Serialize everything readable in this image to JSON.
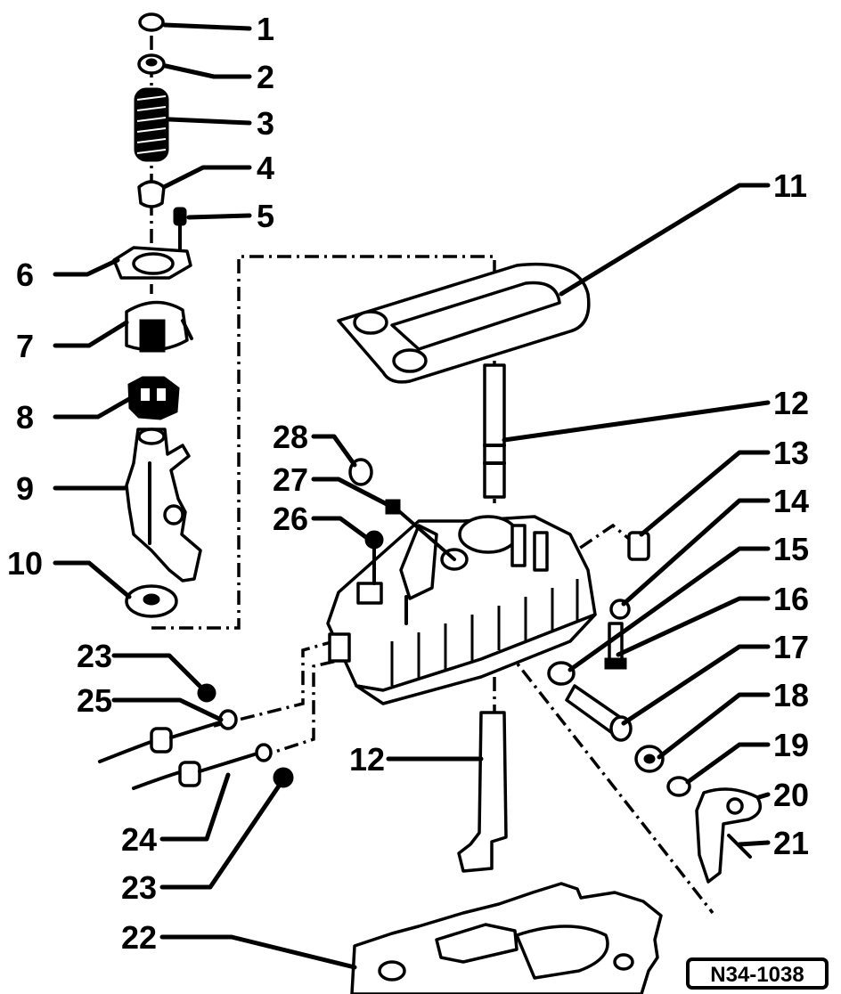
{
  "figure": {
    "reference": "N34-1038",
    "callouts": [
      {
        "id": "c1",
        "label": "1"
      },
      {
        "id": "c2",
        "label": "2"
      },
      {
        "id": "c3",
        "label": "3"
      },
      {
        "id": "c4",
        "label": "4"
      },
      {
        "id": "c5",
        "label": "5"
      },
      {
        "id": "c6",
        "label": "6"
      },
      {
        "id": "c7",
        "label": "7"
      },
      {
        "id": "c8",
        "label": "8"
      },
      {
        "id": "c9",
        "label": "9"
      },
      {
        "id": "c10",
        "label": "10"
      },
      {
        "id": "c11",
        "label": "11"
      },
      {
        "id": "c12a",
        "label": "12"
      },
      {
        "id": "c12b",
        "label": "12"
      },
      {
        "id": "c13",
        "label": "13"
      },
      {
        "id": "c14",
        "label": "14"
      },
      {
        "id": "c15",
        "label": "15"
      },
      {
        "id": "c16",
        "label": "16"
      },
      {
        "id": "c17",
        "label": "17"
      },
      {
        "id": "c18",
        "label": "18"
      },
      {
        "id": "c19",
        "label": "19"
      },
      {
        "id": "c20",
        "label": "20"
      },
      {
        "id": "c21",
        "label": "21"
      },
      {
        "id": "c22",
        "label": "22"
      },
      {
        "id": "c23a",
        "label": "23"
      },
      {
        "id": "c23b",
        "label": "23"
      },
      {
        "id": "c24",
        "label": "24"
      },
      {
        "id": "c25",
        "label": "25"
      },
      {
        "id": "c26",
        "label": "26"
      },
      {
        "id": "c27",
        "label": "27"
      },
      {
        "id": "c28",
        "label": "28"
      }
    ]
  }
}
